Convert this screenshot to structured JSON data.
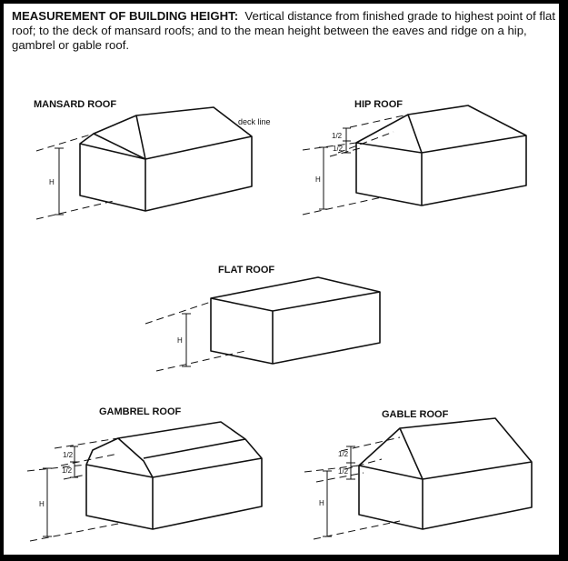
{
  "heading": {
    "title": "MEASUREMENT OF BUILDING HEIGHT:",
    "description": "Vertical distance from finished grade to highest  point of flat roof; to the deck of mansard roofs; and to the mean height between the eaves and ridge on a hip, gambrel or gable roof."
  },
  "diagrams": {
    "mansard": {
      "label": "MANSARD ROOF",
      "deck_label": "deck line",
      "h": "H"
    },
    "hip": {
      "label": "HIP ROOF",
      "half_top": "1/2",
      "half_bottom": "1/2",
      "h": "H"
    },
    "flat": {
      "label": "FLAT ROOF",
      "h": "H"
    },
    "gambrel": {
      "label": "GAMBREL ROOF",
      "half_top": "1/2",
      "half_bottom": "1/2",
      "h": "H"
    },
    "gable": {
      "label": "GABLE  ROOF",
      "half_top": "1/2",
      "half_bottom": "1/2",
      "h": "H"
    }
  }
}
